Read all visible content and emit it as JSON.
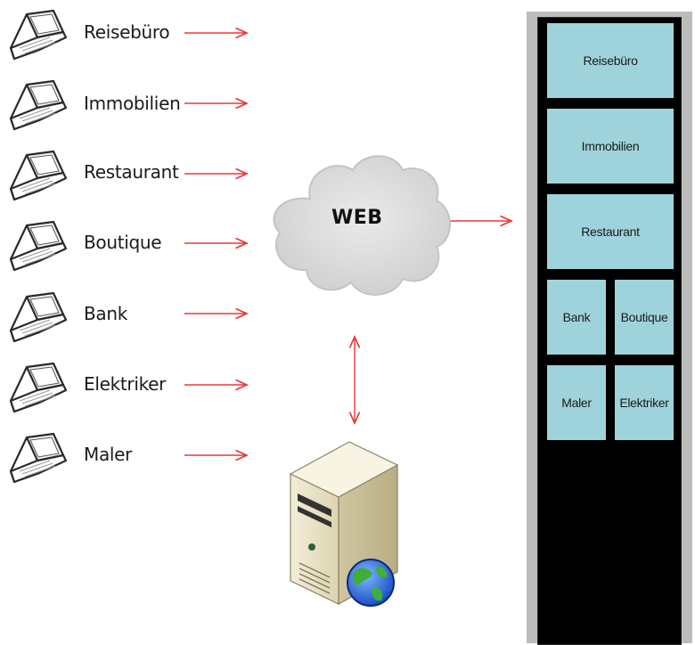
{
  "clients": [
    {
      "label": "Reisebüro"
    },
    {
      "label": "Immobilien"
    },
    {
      "label": "Restaurant"
    },
    {
      "label": "Boutique"
    },
    {
      "label": "Bank"
    },
    {
      "label": "Elektriker"
    },
    {
      "label": "Maler"
    }
  ],
  "cloud": {
    "label": "WEB"
  },
  "rack": {
    "slots": {
      "reiseburo": "Reisebüro",
      "immobilien": "Immobilien",
      "restaurant": "Restaurant",
      "bank": "Bank",
      "boutique": "Boutique",
      "maler": "Maler",
      "elektriker": "Elektriker"
    }
  },
  "colors": {
    "arrow": "#e8393a",
    "slot": "#9fd3dc",
    "rack_frame": "#bcbcbc",
    "rack_body": "#000000",
    "cloud": "#dcdcdc"
  },
  "icons": {
    "client": "laptop-icon",
    "server": "web-server-icon",
    "cloud": "cloud-icon"
  }
}
